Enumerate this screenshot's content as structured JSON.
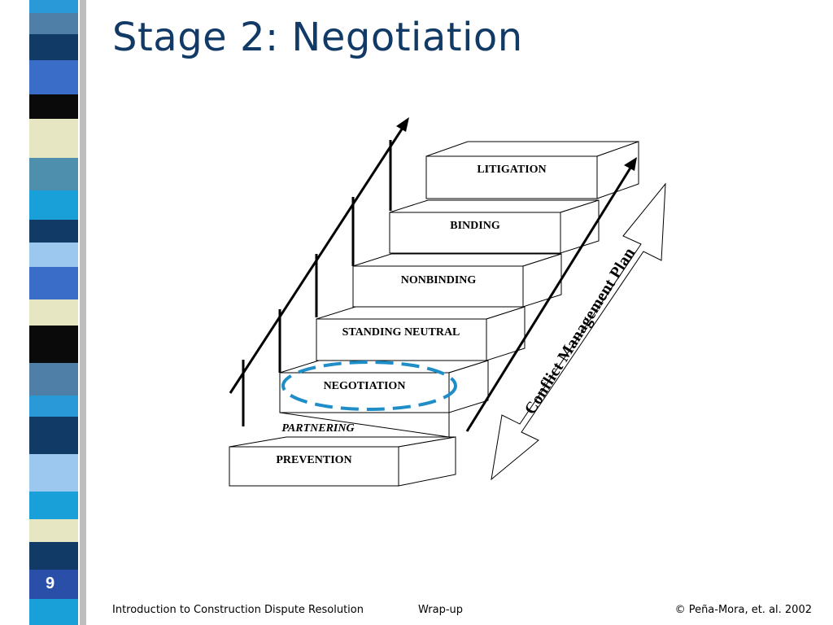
{
  "slide": {
    "title": "Stage 2: Negotiation",
    "number": "9"
  },
  "diagram": {
    "steps": [
      {
        "label": "PREVENTION",
        "style": "bold"
      },
      {
        "label": "PARTNERING",
        "style": "bold-italic"
      },
      {
        "label": "NEGOTIATION",
        "style": "bold",
        "highlighted": true
      },
      {
        "label": "STANDING NEUTRAL",
        "style": "bold"
      },
      {
        "label": "NONBINDING",
        "style": "bold"
      },
      {
        "label": "BINDING",
        "style": "bold"
      },
      {
        "label": "LITIGATION",
        "style": "bold"
      }
    ],
    "side_arrow_label": "Conflict Management Plan",
    "highlight_color": "#1f8dc8"
  },
  "footer": {
    "left": "Introduction to Construction Dispute Resolution",
    "center": "Wrap-up",
    "right": "© Peña-Mora, et. al. 2002"
  },
  "colors": {
    "title": "#123a66",
    "strip": [
      "#2a9ad6",
      "#4f7fa6",
      "#123a66",
      "#3a6dc8",
      "#0a0a0a",
      "#e6e6c2",
      "#4f8fae",
      "#1aa0d8",
      "#9cc8f0"
    ]
  }
}
